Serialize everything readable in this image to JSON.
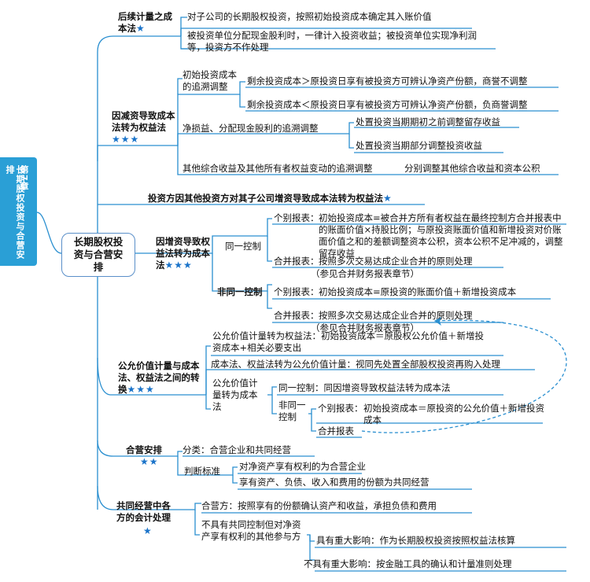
{
  "chapter": {
    "number": "第7章",
    "title": "长期股权投资与合营安排"
  },
  "root": {
    "label": "长期股权投资与合营安排"
  },
  "stars": {
    "one": "★",
    "two": "★★",
    "three": "★★★"
  },
  "b1": {
    "title": "后续计量之成本法",
    "items": [
      "对子公司的长期股权投资，按照初始投资成本确定其入账价值",
      "被投资单位分配现金股利时，一律计入投资收益；被投资单位实现净利润等，投资方不作处理"
    ]
  },
  "b2": {
    "title": "因减资导致成本法转为权益法",
    "sub1": {
      "label": "初始投资成本的追溯调整",
      "items": [
        "剩余投资成本＞原投资日享有被投资方可辨认净资产份额，商誉不调整",
        "剩余投资成本＜原投资日享有被投资方可辨认净资产份额，负商誉调整"
      ]
    },
    "sub2": {
      "label": "净损益、分配现金股利的追溯调整",
      "items": [
        "处置投资当期期初之前调整留存收益",
        "处置投资当期部分调整投资收益"
      ]
    },
    "sub3": {
      "label": "其他综合收益及其他所有者权益变动的追溯调整",
      "value": "分别调整其他综合收益和资本公积"
    }
  },
  "b3": {
    "title": "投资方因其他投资方对其子公司增资导致成本法转为权益法"
  },
  "b4": {
    "title": "因增资导致权益法转为成本法",
    "same": {
      "label": "同一控制",
      "individual_label": "个别报表：",
      "individual_text": "初始投资成本=被合并方所有者权益在最终控制方合并报表中的账面价值×持股比例；与原投资账面价值和新增投资对价账面价值之和的差额调整资本公积，资本公积不足冲减的，调整留存收益",
      "consolidated_label": "合并报表：",
      "consolidated_text": "按照多次交易达成企业合并的原则处理",
      "consolidated_note": "（参见合并财务报表章节）"
    },
    "nonsame": {
      "label": "非同一控制",
      "individual_label": "个别报表：",
      "individual_text": "初始投资成本=原投资的账面价值＋新增投资成本",
      "consolidated_label": "合并报表：",
      "consolidated_text": "按照多次交易达成企业合并的原则处理",
      "consolidated_note": "（参见合并财务报表章节）"
    }
  },
  "b5": {
    "title": "公允价值计量与成本法、权益法之间的转换",
    "item1_label": "公允价值计量转为权益法：",
    "item1_text": "初始投资成本＝原股权公允价值＋新增投资成本+相关必要支出",
    "item2_label": "成本法、权益法转为公允价值计量：",
    "item2_text": "视同先处置全部股权投资再购入处理",
    "item3": {
      "label": "公允价值计量转为成本法",
      "same_label": "同一控制：",
      "same_text": "同因增资导致权益法转为成本法",
      "nonsame_label": "非同一控制",
      "individual_label": "个别报表：",
      "individual_text": "初始投资成本＝原投资的公允价值＋新增投资成本",
      "consolidated_label": "合并报表"
    }
  },
  "b6": {
    "title": "合营安排",
    "class_label": "分类：",
    "class_text": "合营企业和共同经营",
    "criteria_label": "判断标准",
    "criteria_items": [
      "对净资产享有权利的为合营企业",
      "享有资产、负债、收入和费用的份额为共同经营"
    ]
  },
  "b7": {
    "title": "共同经营中各方的会计处理",
    "operator_label": "合营方：",
    "operator_text": "按照享有的份额确认资产和收益，承担负债和费用",
    "nonjoint_label": "不具有共同控制但对净资产享有权利的其他参与方",
    "significant_label": "具有重大影响：",
    "significant_text": "作为长期股权投资按照权益法核算",
    "nonsignificant_label": "不具有重大影响：",
    "nonsignificant_text": "按金融工具的确认和计量准则处理"
  }
}
